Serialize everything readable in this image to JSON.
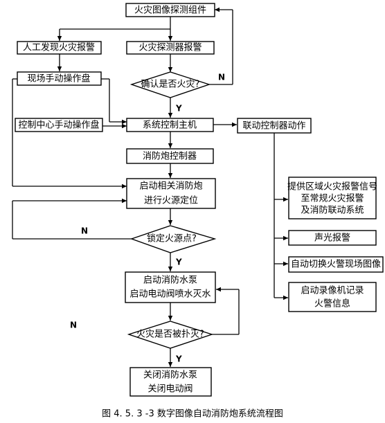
{
  "nodes": {
    "fire_detect_group": "火灾图像探测组件",
    "manual_discovery": "人工发现火灾报警",
    "detector_alarm": "火灾探测器报警",
    "onsite_panel": "现场手动操作盘",
    "confirm_fire": "确认是否火灾?",
    "control_center_panel": "控制中心手动操作盘",
    "system_host": "系统控制主机",
    "linkage_action": "联动控制器动作",
    "cannon_controller": "消防炮控制器",
    "start_cannon_line1": "启动相关消防炮",
    "start_cannon_line2": "进行火源定位",
    "lock_source": "锁定火源点?",
    "start_pump_line1": "启动消防水泵",
    "start_pump_line2": "启动电动阀喷水灭水",
    "extinguished": "火灾是否被扑灭?",
    "close_line1": "关闭消防水泵",
    "close_line2": "关闭电动阀",
    "signal_line1": "提供区域火灾报警信号",
    "signal_line2": "至常规火灾报警",
    "signal_line3": "及消防联动系统",
    "sound_light": "声光报警",
    "switch_image": "自动切换火警现场图像",
    "record_line1": "启动录像机记录",
    "record_line2": "火警信息"
  },
  "labels": {
    "y": "Y",
    "n": "N"
  },
  "caption": "图 4. 5. 3 -3   数字图像自动消防炮系统流程图"
}
